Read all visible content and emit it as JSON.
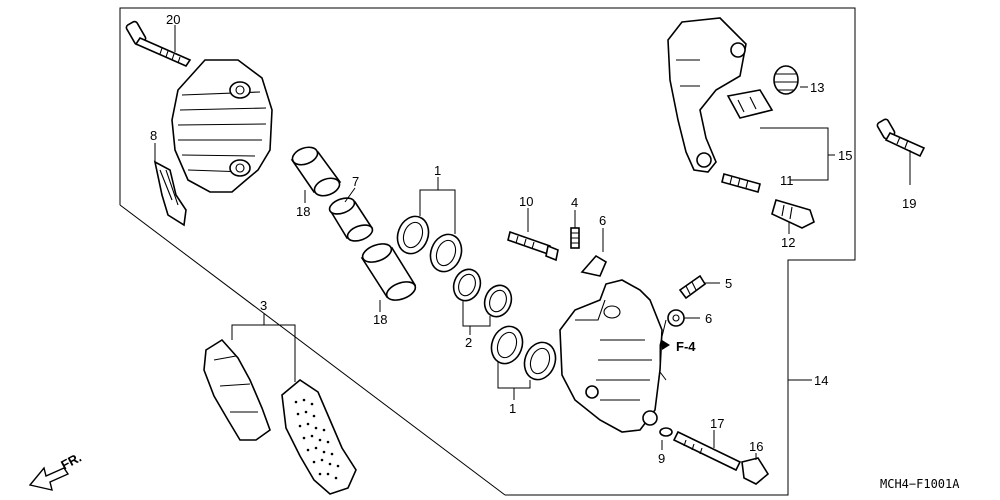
{
  "diagram": {
    "callouts": {
      "p1_top": "1",
      "p1_bottom": "1",
      "p2": "2",
      "p3": "3",
      "p4": "4",
      "p5": "5",
      "p6_top": "6",
      "p6_mid": "6",
      "p7": "7",
      "p8": "8",
      "p9": "9",
      "p10": "10",
      "p11": "11",
      "p12": "12",
      "p13": "13",
      "p14": "14",
      "p15": "15",
      "p16": "16",
      "p17": "17",
      "p18_top": "18",
      "p18_bottom": "18",
      "p19": "19",
      "p20": "20"
    },
    "reference_label": "F-4",
    "direction_label": "FR.",
    "drawing_code": "MCH4−F1001A"
  }
}
